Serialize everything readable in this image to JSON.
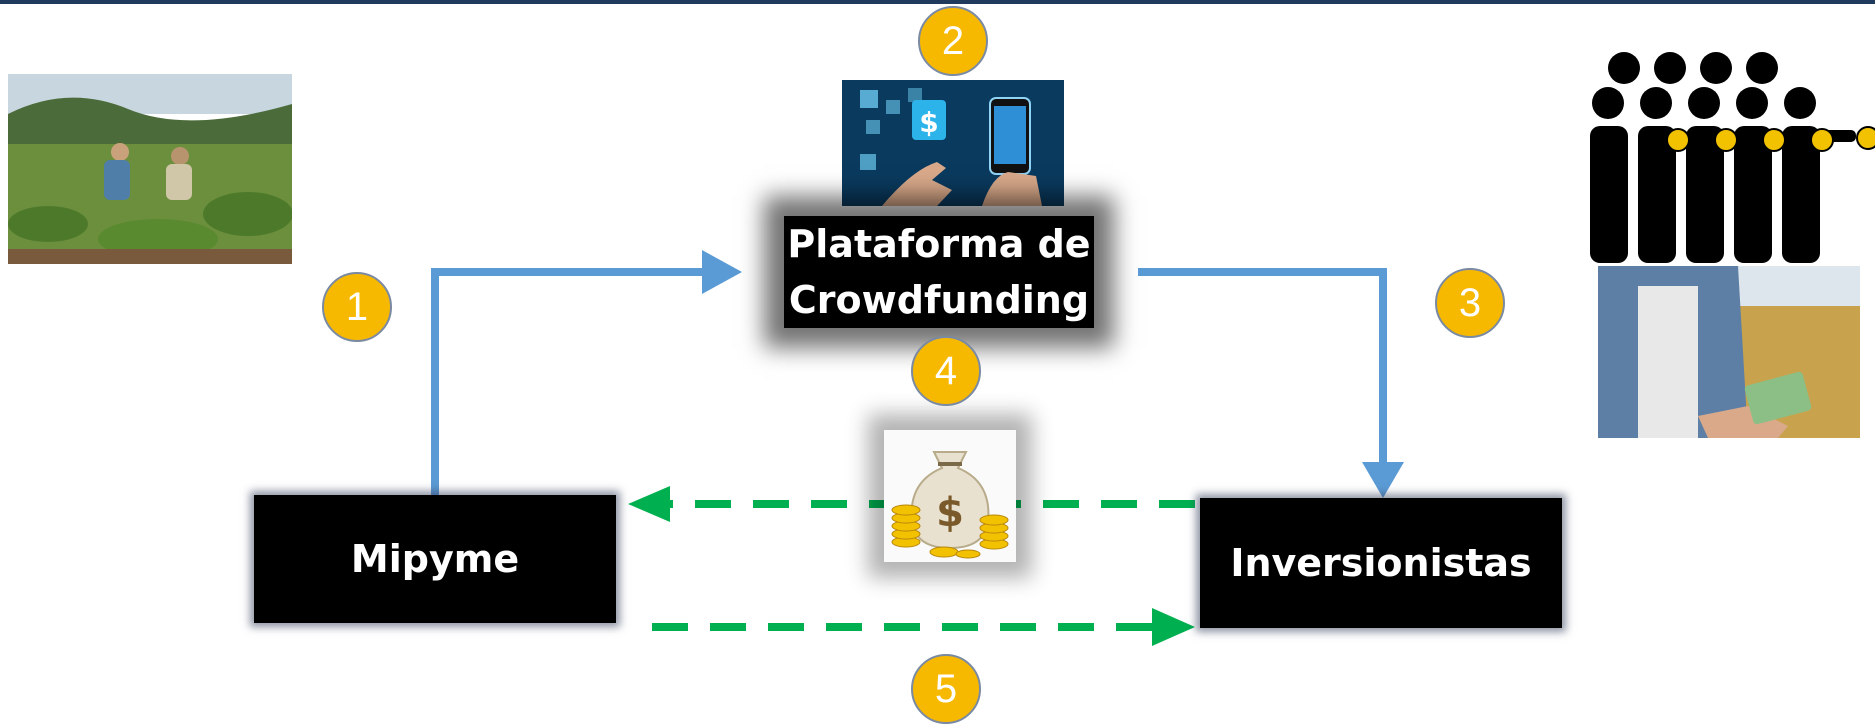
{
  "nodes": {
    "mipyme": "Mipyme",
    "inversionistas": "Inversionistas",
    "platform_line1": "Plataforma de",
    "platform_line2": "Crowdfunding"
  },
  "steps": [
    "1",
    "2",
    "3",
    "4",
    "5"
  ],
  "colors": {
    "badge": "#f7b900",
    "flow_arrow": "#5b9bd5",
    "money_arrow": "#00b050",
    "box": "#000000"
  },
  "images": {
    "farmers_photo": "farmers-working-field",
    "platform_image": "digital-payment-smartphone",
    "investors_icon": "crowd-of-investors-with-coins",
    "farmer_money_photo": "farmer-holding-money-in-wheat-field",
    "money_bag": "money-bag-with-coins"
  }
}
